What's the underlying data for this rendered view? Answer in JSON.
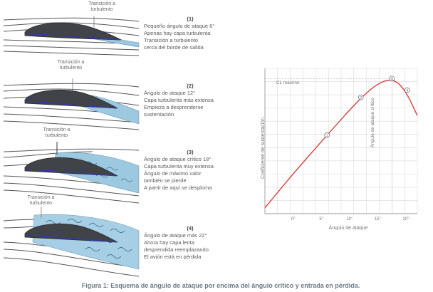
{
  "panels": [
    {
      "number": "(1)",
      "transition_label": [
        "Transición a",
        "turbulento"
      ],
      "caption": [
        "Pequeño ángulo de ataque 6°",
        "Apenas hay capa turbulenta",
        "Transición a turbulento",
        "cerca del borde de salida"
      ]
    },
    {
      "number": "(2)",
      "transition_label": [
        "Transición a",
        "turbulento"
      ],
      "caption": [
        "Ángulo de ataque 12°",
        "Capa turbulenta más extensa",
        "Empieza a desprenderse",
        "sustentación"
      ]
    },
    {
      "number": "(3)",
      "transition_label": [
        "Transición a",
        "turbulento"
      ],
      "caption": [
        "Ángulo de ataque crítico 18°",
        "Capa turbulenta muy extensa",
        "Ángulo de máximo valor",
        "también se pierde",
        "A partir de aquí se desploma"
      ]
    },
    {
      "number": "(4)",
      "transition_label": [
        "Transición a",
        "turbulento"
      ],
      "caption": [
        "Ángulo de ataque más 22°",
        "Ahora hay capa lenta",
        "desprendida reemplazando",
        "El avión está en pérdida"
      ]
    }
  ],
  "figure_caption": "Figura 1: Esquema de ángulo de ataque por encima del ángulo crítico y entrada en pérdida.",
  "chart_data": {
    "type": "line",
    "title": "",
    "xlabel": "Ángulo de ataque",
    "ylabel": "Coeficiente de sustentación",
    "annotations": [
      "CL máximo",
      "Ángulo de ataque crítico",
      "1",
      "2",
      "3",
      "4"
    ],
    "x_ticks": [
      "0°",
      "5°",
      "10°",
      "15°",
      "20°"
    ],
    "y_ticks": [],
    "xlim": [
      -5,
      22
    ],
    "ylim": [
      -0.3,
      1.7
    ],
    "series": [
      {
        "values_xy": [
          [
            -5,
            -0.22
          ],
          [
            0,
            0.25
          ],
          [
            6,
            0.78
          ],
          [
            12,
            1.3
          ],
          [
            15.5,
            1.52
          ],
          [
            18,
            1.55
          ],
          [
            20,
            1.38
          ],
          [
            22,
            1.05
          ]
        ]
      }
    ],
    "points": [
      {
        "label": "1",
        "x": 6,
        "y": 0.78
      },
      {
        "label": "2",
        "x": 12,
        "y": 1.3
      },
      {
        "label": "3",
        "x": 17.5,
        "y": 1.56
      },
      {
        "label": "4",
        "x": 20.2,
        "y": 1.4
      }
    ],
    "colors": {
      "line": "#d94040",
      "grid": "#d8d8d8"
    }
  }
}
